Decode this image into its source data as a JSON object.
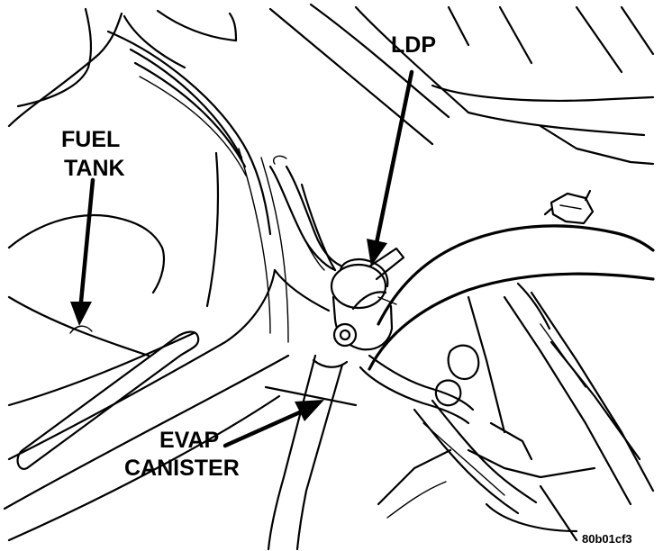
{
  "labels": {
    "fuel_tank_line1": "FUEL",
    "fuel_tank_line2": "TANK",
    "ldp": "LDP",
    "evap_line1": "EVAP",
    "evap_line2": "CANISTER",
    "figure_code": "80b01cf3"
  }
}
